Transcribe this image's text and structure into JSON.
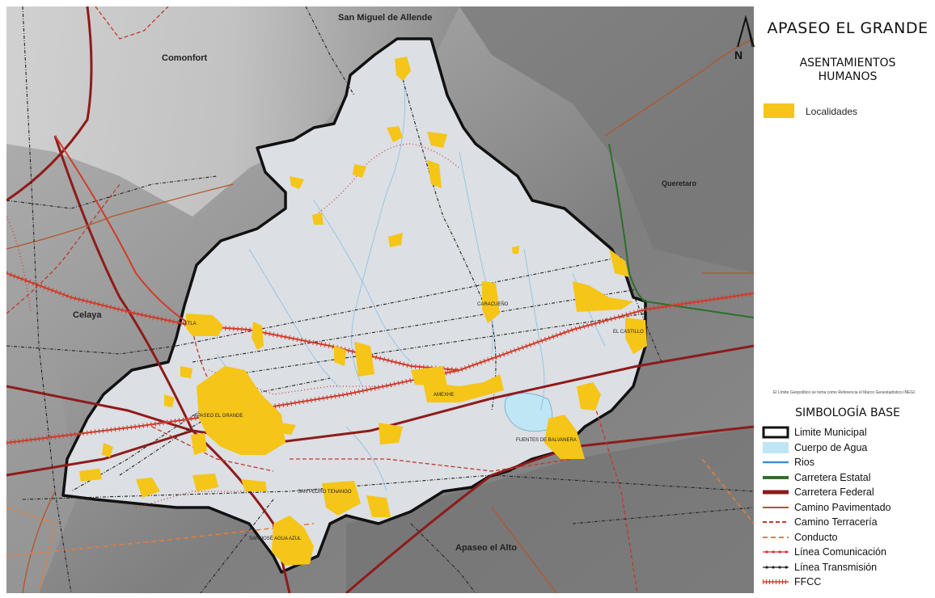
{
  "map": {
    "places": [
      {
        "name": "San Miguel de Allende"
      },
      {
        "name": "Comonfort"
      },
      {
        "name": "Queretaro"
      },
      {
        "name": "Celaya"
      },
      {
        "name": "Apaseo el Alto"
      }
    ],
    "localities": [
      {
        "name": "IXTLA"
      },
      {
        "name": "CARACUEÑO"
      },
      {
        "name": "EL CASTILLO"
      },
      {
        "name": "AMEXHE"
      },
      {
        "name": "APASEO EL GRANDE"
      },
      {
        "name": "FUENTES DE BALVANERA"
      },
      {
        "name": "SAN PEDRO TENANGO"
      },
      {
        "name": "SAN JOSÉ AGUA AZUL"
      }
    ],
    "north_label": "N"
  },
  "legend": {
    "title": "APASEO EL GRANDE",
    "subtitle_line1": "ASENTAMIENTOS",
    "subtitle_line2": "HUMANOS",
    "localidades_label": "Localidades",
    "note": "El Límite Geopolítico se toma como Referencia el Marco Geoestadístico INEGI.",
    "simbologia_title": "SIMBOLOGÍA BASE",
    "items": [
      {
        "label": "Limite Municipal",
        "icon": "municipal-boundary-symbol",
        "color": "#111111"
      },
      {
        "label": "Cuerpo de Agua",
        "icon": "water-body-symbol",
        "color": "#bfe6f5"
      },
      {
        "label": "Rios",
        "icon": "river-symbol",
        "color": "#3a8fd6"
      },
      {
        "label": "Carretera Estatal",
        "icon": "state-highway-symbol",
        "color": "#2f6e2a"
      },
      {
        "label": "Carretera Federal",
        "icon": "federal-highway-symbol",
        "color": "#8e1b1b"
      },
      {
        "label": "Camino Pavimentado",
        "icon": "paved-road-symbol",
        "color": "#b5542a"
      },
      {
        "label": "Camino Terracería",
        "icon": "dirt-road-symbol",
        "color": "#c0392b"
      },
      {
        "label": "Conducto",
        "icon": "conduit-symbol",
        "color": "#e67e3a"
      },
      {
        "label": "Línea Comunicación",
        "icon": "communication-line-symbol",
        "color": "#d63030"
      },
      {
        "label": "Línea Transmisión",
        "icon": "transmission-line-symbol",
        "color": "#222222"
      },
      {
        "label": "FFCC",
        "icon": "railroad-symbol",
        "color": "#d13a2a"
      }
    ]
  },
  "colors": {
    "localidad": "#f5c518",
    "municipio": "#dcdfe3",
    "relief": "#8d8d8d"
  }
}
